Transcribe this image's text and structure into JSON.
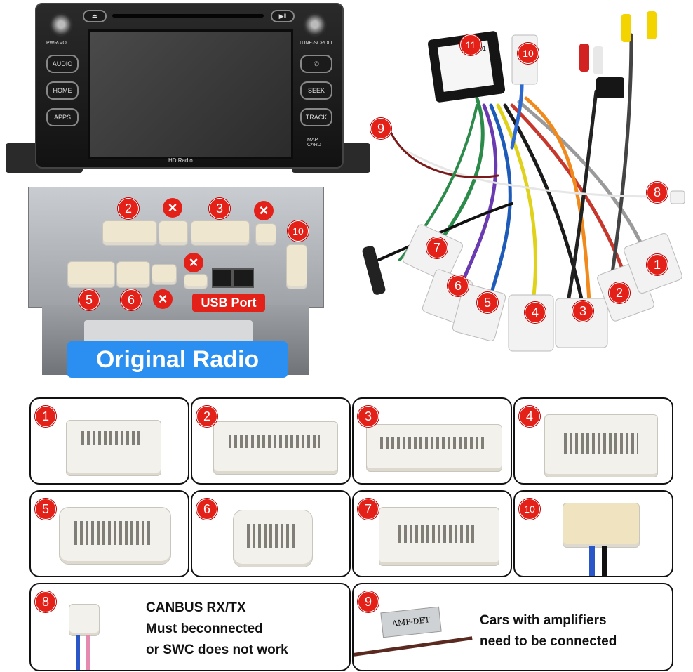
{
  "head_unit": {
    "labels": {
      "pwr_vol": "PWR·VOL",
      "tune_scroll": "TUNE·SCROLL",
      "audio": "AUDIO",
      "home": "HOME",
      "apps": "APPS",
      "seek": "SEEK",
      "track": "TRACK",
      "map_card": "MAP CARD",
      "hd_radio": "HD Radio"
    },
    "icons": [
      "eject-icon",
      "play-pause-icon",
      "phone-icon"
    ]
  },
  "radio_back": {
    "badges": [
      "2",
      "3",
      "10",
      "5",
      "6"
    ],
    "usb_label": "USB Port",
    "title": "Original Radio"
  },
  "harness": {
    "badges": [
      "11",
      "10",
      "9",
      "8",
      "7",
      "6",
      "5",
      "4",
      "3",
      "2",
      "1"
    ],
    "module_text": "101"
  },
  "connectors": [
    {
      "num": "1"
    },
    {
      "num": "2"
    },
    {
      "num": "3"
    },
    {
      "num": "4"
    },
    {
      "num": "5"
    },
    {
      "num": "6"
    },
    {
      "num": "7"
    },
    {
      "num": "10"
    }
  ],
  "notes": {
    "n8": {
      "num": "8",
      "line1": "CANBUS RX/TX",
      "line2": "Must beconnected",
      "line3": "or SWC does not work"
    },
    "n9": {
      "num": "9",
      "tag": "AMP-DET",
      "line1": "Cars with amplifiers",
      "line2": "need to be connected"
    }
  },
  "colors": {
    "badge_red": "#e32119",
    "title_blue": "#2a8ff0"
  }
}
